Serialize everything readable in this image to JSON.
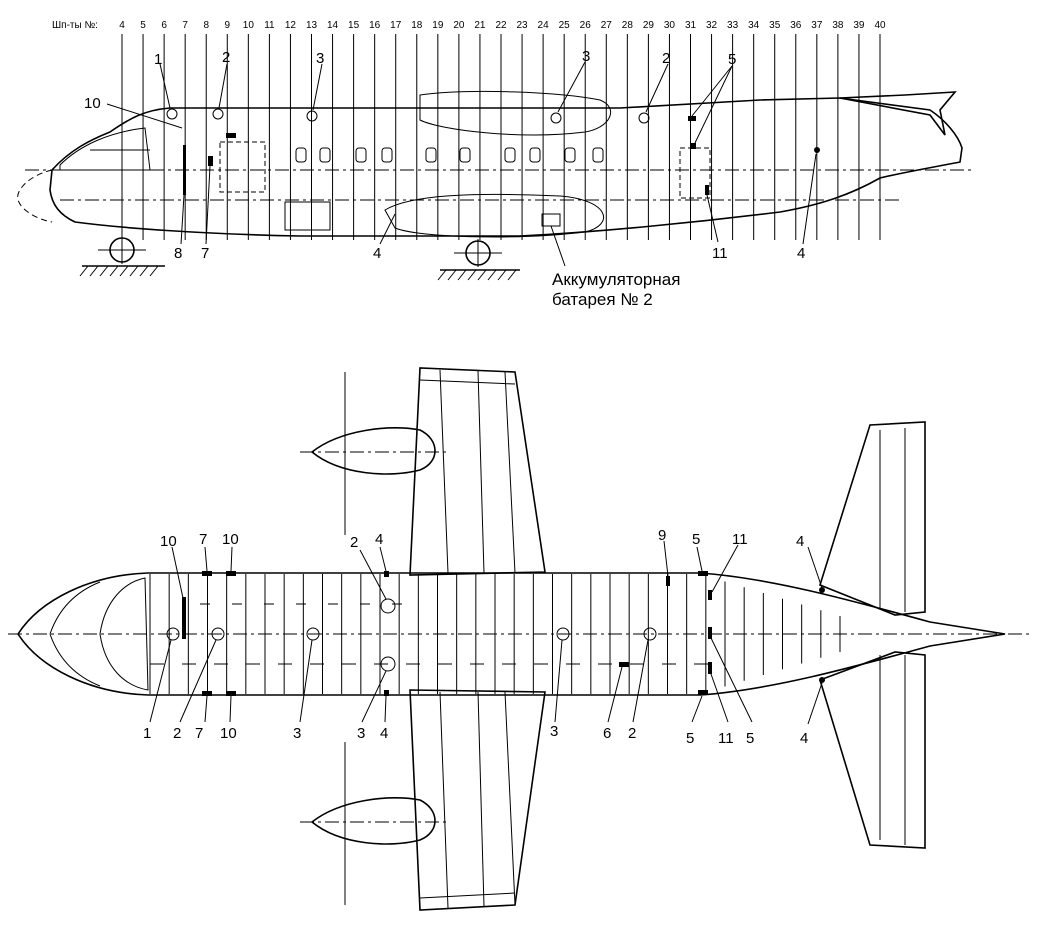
{
  "frames_label": "Шп-ты №:",
  "frames": [
    "4",
    "5",
    "6",
    "7",
    "8",
    "9",
    "10",
    "11",
    "12",
    "13",
    "14",
    "15",
    "16",
    "17",
    "18",
    "19",
    "20",
    "21",
    "22",
    "23",
    "24",
    "25",
    "26",
    "27",
    "28",
    "29",
    "30",
    "31",
    "32",
    "33",
    "34",
    "35",
    "36",
    "37",
    "38",
    "39",
    "40"
  ],
  "battery_caption": [
    "Аккумуляторная",
    "батарея № 2"
  ],
  "side_view_labels": [
    "1",
    "2",
    "3",
    "3",
    "2",
    "5",
    "10",
    "8",
    "7",
    "4",
    "11",
    "4"
  ],
  "top_view_labels": [
    "10",
    "7",
    "10",
    "2",
    "4",
    "9",
    "5",
    "11",
    "4",
    "1",
    "2",
    "7",
    "10",
    "3",
    "3",
    "4",
    "3",
    "6",
    "2",
    "5",
    "11",
    "5",
    "4"
  ]
}
